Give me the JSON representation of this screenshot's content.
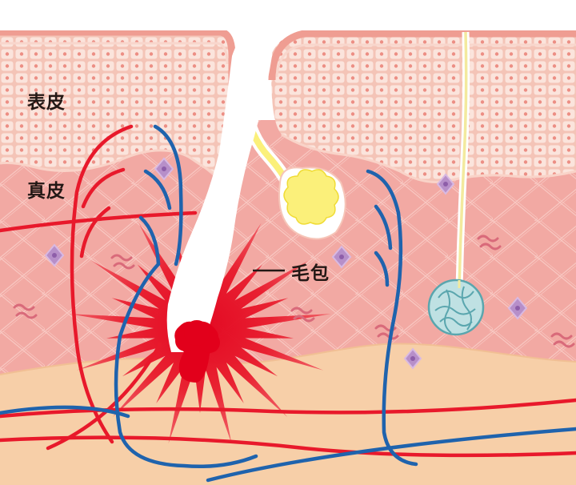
{
  "labels": {
    "epidermis": "表皮",
    "dermis": "真皮",
    "hair_follicle": "毛包"
  },
  "colors": {
    "epidermis": "#f4c4b7",
    "epidermis_cells": "#fbe4dc",
    "cell_nucleus": "#ec8e84",
    "dermis": "#f2a9a3",
    "subcutis": "#f7cfa8",
    "artery": "#e8192b",
    "vein": "#1f63ad",
    "inflammation": "#e41e2b",
    "sebaceous_gland": "#fbf07a",
    "sweat_gland": "#bfe1e3",
    "mast_cell": "#b78fc9"
  },
  "icons": [
    "hair-follicle",
    "sebaceous-gland",
    "sweat-gland",
    "blood-vessels",
    "inflammation-burst"
  ]
}
